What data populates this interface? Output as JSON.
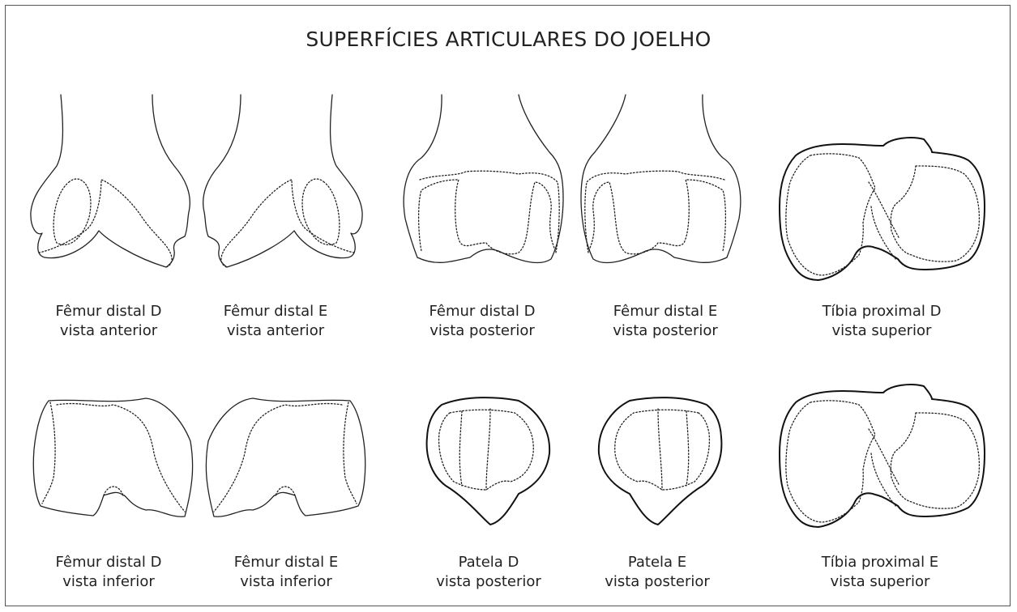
{
  "title": "SUPERFÍCIES ARTICULARES DO JOELHO",
  "figures": [
    {
      "line1": "Fêmur distal D",
      "line2": "vista anterior"
    },
    {
      "line1": "Fêmur distal E",
      "line2": "vista anterior"
    },
    {
      "line1": "Fêmur distal D",
      "line2": "vista posterior"
    },
    {
      "line1": "Fêmur distal E",
      "line2": "vista posterior"
    },
    {
      "line1": "Tíbia proximal D",
      "line2": "vista superior"
    },
    {
      "line1": "Fêmur distal D",
      "line2": "vista inferior"
    },
    {
      "line1": "Fêmur distal E",
      "line2": "vista inferior"
    },
    {
      "line1": "Patela D",
      "line2": "vista posterior"
    },
    {
      "line1": "Patela E",
      "line2": "vista posterior"
    },
    {
      "line1": "Tíbia proximal E",
      "line2": "vista superior"
    }
  ]
}
